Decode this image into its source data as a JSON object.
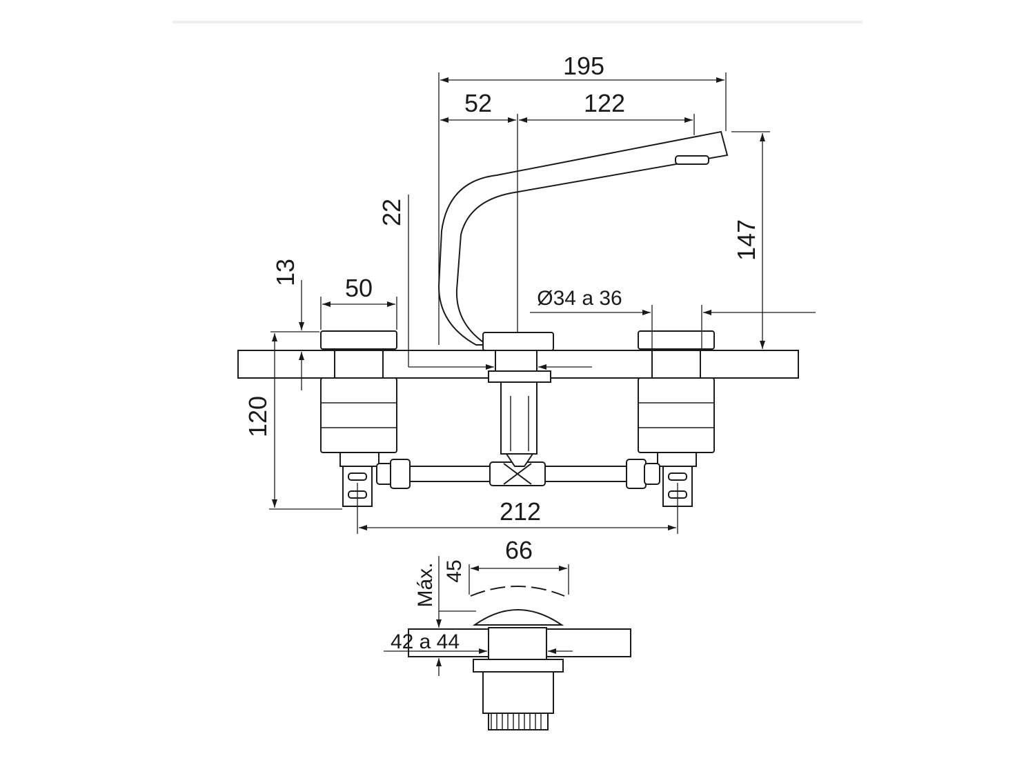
{
  "dimensions": {
    "overall_reach": "195",
    "spout_offset": "52",
    "spout_projection": "122",
    "spout_height": "147",
    "deck_gap": "22",
    "handle_height": "13",
    "handle_width": "50",
    "hole_diameter": "Ø34 a 36",
    "body_height": "120",
    "center_spacing": "212",
    "drain_width": "66",
    "drain_max_label": "Máx.",
    "drain_max_value": "45",
    "drain_hole": "42 a 44"
  }
}
